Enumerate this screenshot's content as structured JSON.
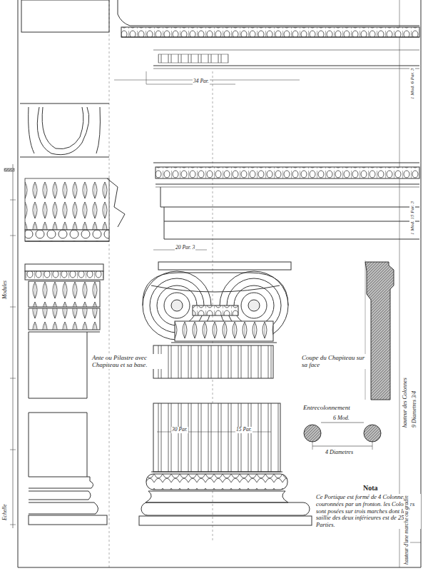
{
  "diagram": {
    "labels": [
      "Ante ou Pilastre avec Chapiteau et sa base.",
      "Coupe du Chapiteau sur sa face",
      "Entrecolonnement",
      "6 Mod.",
      "4 Diametres",
      "Nota",
      "Ce Portique est formé de 4 Colonnes couronnées par un fronton. les Colonnes sont posées sur trois marches dont la saillie des deux inférieures est de 25 Parties.",
      "hauteur des Colonnes",
      "9 Diametres 3/4",
      "hauteur d'une marche ou gradin",
      "34 Par.",
      "20 Par. 3",
      "30 Par.",
      "15 Par.",
      "1 Mod. 6 Par. 3",
      "1 Mod. 15 Par. 3",
      "Echelle",
      "Modules"
    ]
  }
}
